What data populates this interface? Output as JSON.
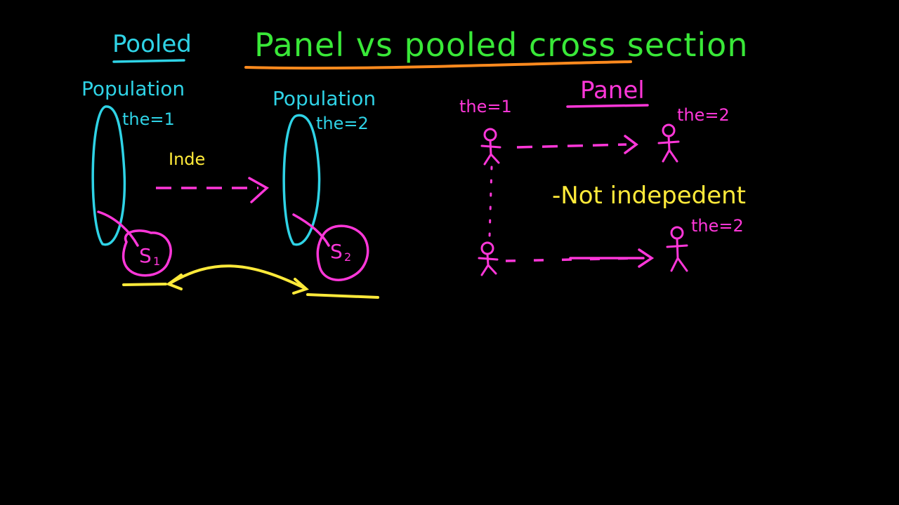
{
  "colors": {
    "background": "#000000",
    "green": "#39e838",
    "orange": "#ff8a1e",
    "cyan": "#2fd3e6",
    "magenta": "#ff37d9",
    "yellow": "#ffea3a"
  },
  "title": "Panel vs pooled cross section",
  "pooled": {
    "heading": "Pooled",
    "population_1": "Population",
    "time_1": "the=1",
    "population_2": "Population",
    "time_2": "the=2",
    "arrow_label": "Inde",
    "sample_1_letter": "S",
    "sample_1_sub": "1",
    "sample_2_letter": "S",
    "sample_2_sub": "2"
  },
  "panel": {
    "heading": "Panel",
    "time_1": "the=1",
    "time_2_top": "the=2",
    "time_2_bottom": "the=2",
    "note": "-Not indepedent"
  }
}
